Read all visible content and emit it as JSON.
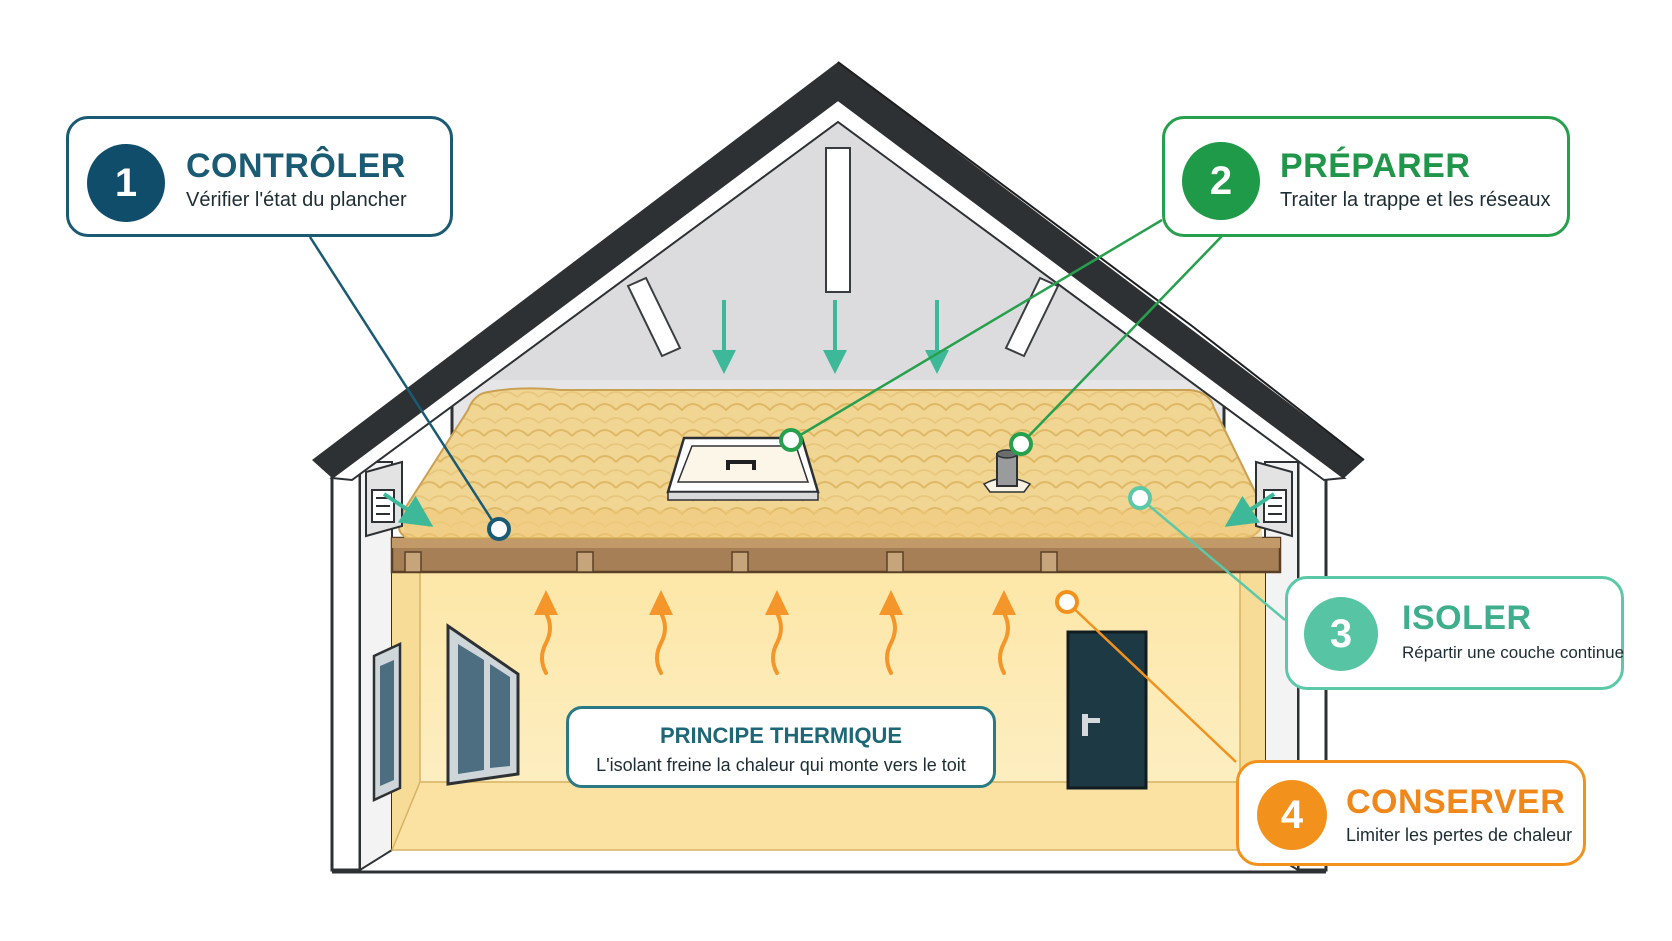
{
  "steps": [
    {
      "number": "1",
      "title": "CONTRÔLER",
      "subtitle": "Vérifier l'état du plancher",
      "color": "#0f4d6a"
    },
    {
      "number": "2",
      "title": "PRÉPARER",
      "subtitle": "Traiter la trappe et les réseaux",
      "color": "#1f9a48"
    },
    {
      "number": "3",
      "title": "ISOLER",
      "subtitle": "Répartir une couche continue",
      "color": "#57c4a4"
    },
    {
      "number": "4",
      "title": "CONSERVER",
      "subtitle": "Limiter les pertes de chaleur",
      "color": "#f2921d"
    }
  ],
  "principle": {
    "title": "PRINCIPE THERMIQUE",
    "subtitle": "L'isolant freine la chaleur qui monte vers le toit"
  },
  "colors": {
    "roof": "#2e3134",
    "insulation": "#f1d592",
    "room": "#fcecb8",
    "floor_beam": "#a67f56",
    "heat_arrow": "#f4962a",
    "cold_arrow": "#3db99a",
    "door": "#1d3a44"
  },
  "icons": [
    "door-handle-icon",
    "hatch-handle-icon",
    "chimney-pipe-icon",
    "vent-icon",
    "window-icon"
  ]
}
